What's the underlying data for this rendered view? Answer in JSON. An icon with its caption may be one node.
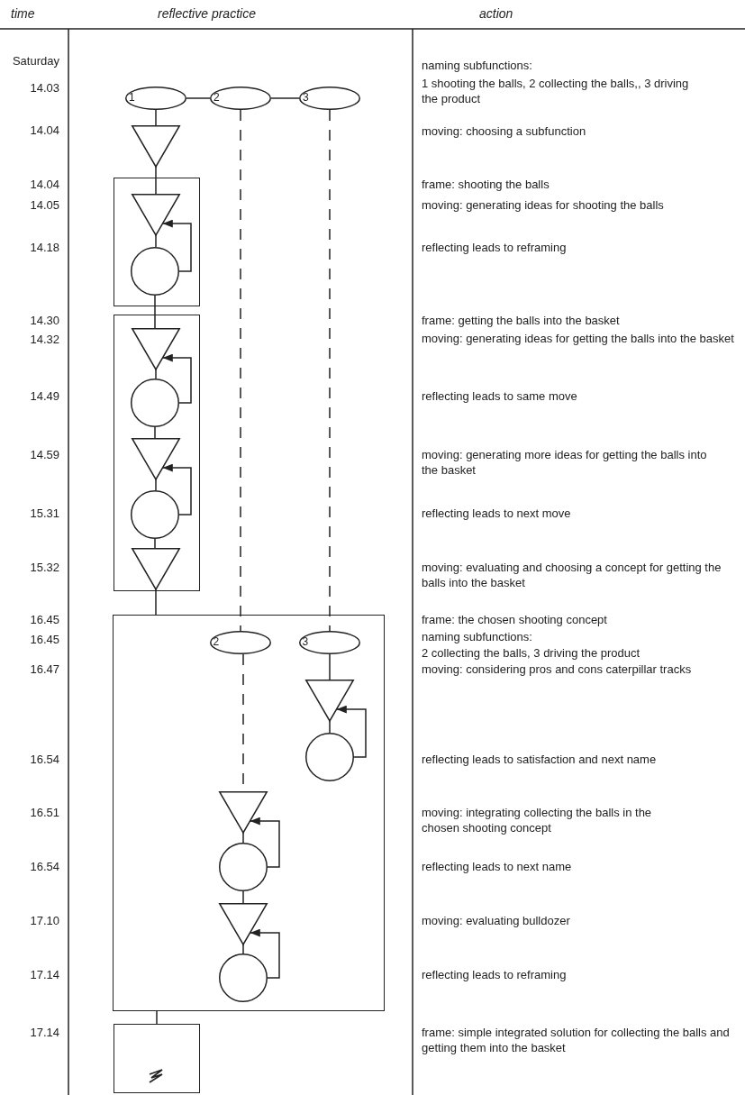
{
  "diagram": {
    "nodes": [
      {
        "text": [
          "1"
        ]
      },
      {
        "text": [
          "2"
        ]
      },
      {
        "text": [
          "3"
        ]
      },
      {
        "text": [],
        "shape": "triangle"
      },
      {
        "text": [],
        "shape": "box"
      },
      {
        "text": [],
        "shape": "triangle",
        "in": 4
      },
      {
        "text": [],
        "shape": "circle",
        "in": 4
      },
      {
        "text": [],
        "shape": "box"
      },
      {
        "text": [],
        "shape": "triangle",
        "in": 7
      },
      {
        "text": [],
        "shape": "circle",
        "in": 7
      },
      {
        "text": [],
        "shape": "triangle",
        "in": 7
      },
      {
        "text": [],
        "shape": "circle",
        "in": 7
      },
      {
        "text": [],
        "shape": "triangle",
        "in": 7
      },
      {
        "text": [],
        "shape": "box"
      },
      {
        "text": [
          "2"
        ],
        "in": 13
      },
      {
        "text": [
          "3"
        ],
        "in": 13
      },
      {
        "text": [],
        "shape": "triangle",
        "in": 13
      },
      {
        "text": [],
        "shape": "circle",
        "in": 13
      },
      {
        "text": [],
        "shape": "triangle",
        "in": 13
      },
      {
        "text": [],
        "shape": "circle",
        "in": 13
      },
      {
        "text": [],
        "shape": "triangle",
        "in": 13
      },
      {
        "text": [],
        "shape": "circle",
        "in": 13
      },
      {
        "text": [],
        "shape": "box"
      }
    ],
    "edges": [
      {
        "from": 0,
        "to": 1,
        "arrow": "none"
      },
      {
        "from": 1,
        "to": 2,
        "arrow": "none"
      },
      {
        "from": 0,
        "to": 3,
        "arrow": "none"
      },
      {
        "from": 3,
        "to": 5,
        "arrow": "none"
      },
      {
        "from": 5,
        "to": 6,
        "arrow": "none"
      },
      {
        "from": 6,
        "to": 5,
        "arrow": "to"
      },
      {
        "from": 6,
        "to": 8,
        "arrow": "none"
      },
      {
        "from": 8,
        "to": 9,
        "arrow": "none"
      },
      {
        "from": 9,
        "to": 8,
        "arrow": "to"
      },
      {
        "from": 9,
        "to": 10,
        "arrow": "none"
      },
      {
        "from": 10,
        "to": 11,
        "arrow": "none"
      },
      {
        "from": 11,
        "to": 10,
        "arrow": "to"
      },
      {
        "from": 11,
        "to": 12,
        "arrow": "none"
      },
      {
        "from": 12,
        "to": 13,
        "arrow": "none"
      },
      {
        "from": 1,
        "to": 14,
        "arrow": "none",
        "style": "dashed"
      },
      {
        "from": 2,
        "to": 15,
        "arrow": "none",
        "style": "dashed"
      },
      {
        "from": 15,
        "to": 16,
        "arrow": "none"
      },
      {
        "from": 16,
        "to": 17,
        "arrow": "none"
      },
      {
        "from": 17,
        "to": 16,
        "arrow": "to"
      },
      {
        "from": 14,
        "to": 18,
        "arrow": "none",
        "style": "dashed"
      },
      {
        "from": 18,
        "to": 19,
        "arrow": "none"
      },
      {
        "from": 19,
        "to": 18,
        "arrow": "to"
      },
      {
        "from": 19,
        "to": 20,
        "arrow": "none"
      },
      {
        "from": 20,
        "to": 21,
        "arrow": "none"
      },
      {
        "from": 21,
        "to": 20,
        "arrow": "to"
      },
      {
        "from": 13,
        "to": 22,
        "arrow": "none"
      }
    ],
    "labels": [
      "time",
      "reflective practice",
      "action",
      "Saturday",
      "naming subfunctions:",
      "14.03",
      "1 shooting the balls, 2 collecting the balls,, 3 driving the product",
      "14.04",
      "moving: choosing a subfunction",
      "14.04",
      "frame: shooting the balls",
      "14.05",
      "moving: generating ideas for shooting the balls",
      "14.18",
      "reflecting leads to reframing",
      "14.30",
      "frame: getting the balls into the basket",
      "14.32",
      "moving: generating ideas for getting the balls into the basket",
      "14.49",
      "reflecting leads to same move",
      "14.59",
      "moving: generating more ideas for getting the balls into the basket",
      "15.31",
      "reflecting leads to next move",
      "15.32",
      "moving: evaluating and choosing a concept for getting the balls into the basket",
      "16.45",
      "frame: the chosen shooting concept",
      "16.45",
      "naming subfunctions:",
      "2 collecting the balls, 3 driving the product",
      "16.47",
      "moving: considering pros and cons caterpillar tracks",
      "16.54",
      "reflecting leads to satisfaction and next name",
      "16.51",
      "moving: integrating collecting the balls in the chosen shooting concept",
      "16.54",
      "reflecting leads to next name",
      "17.10",
      "moving: evaluating bulldozer",
      "17.14",
      "reflecting leads to reframing",
      "17.14",
      "frame: simple integrated solution for collecting the balls and getting them into the basket"
    ]
  }
}
